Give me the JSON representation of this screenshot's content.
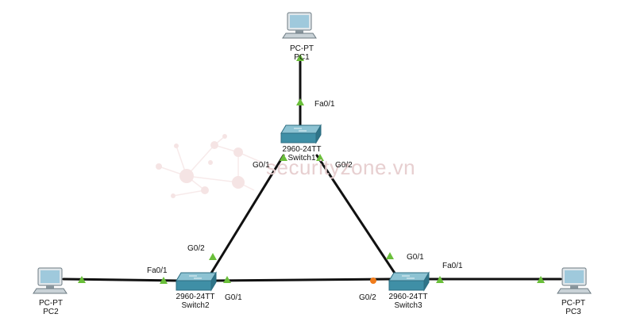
{
  "watermark": {
    "text": "securityzone.vn"
  },
  "devices": {
    "pc1": {
      "model": "PC-PT",
      "name": "PC1"
    },
    "pc2": {
      "model": "PC-PT",
      "name": "PC2"
    },
    "pc3": {
      "model": "PC-PT",
      "name": "PC3"
    },
    "switch1": {
      "model": "2960-24TT",
      "name": "Switch1"
    },
    "switch2": {
      "model": "2960-24TT",
      "name": "Switch2"
    },
    "switch3": {
      "model": "2960-24TT",
      "name": "Switch3"
    }
  },
  "ports": {
    "sw1_fa": "Fa0/1",
    "sw1_g01": "G0/1",
    "sw1_g02": "G0/2",
    "sw2_g02": "G0/2",
    "sw2_fa": "Fa0/1",
    "sw2_g01": "G0/1",
    "sw3_g01": "G0/1",
    "sw3_fa": "Fa0/1",
    "sw3_g02": "G0/2"
  },
  "colors": {
    "link": "#111111",
    "link_up": "#6abf3a",
    "link_blocking": "#f07c1c",
    "switch_body": "#3f8fa6",
    "pc_screen": "#9fc9dc",
    "watermark": "#e7cfd0"
  }
}
